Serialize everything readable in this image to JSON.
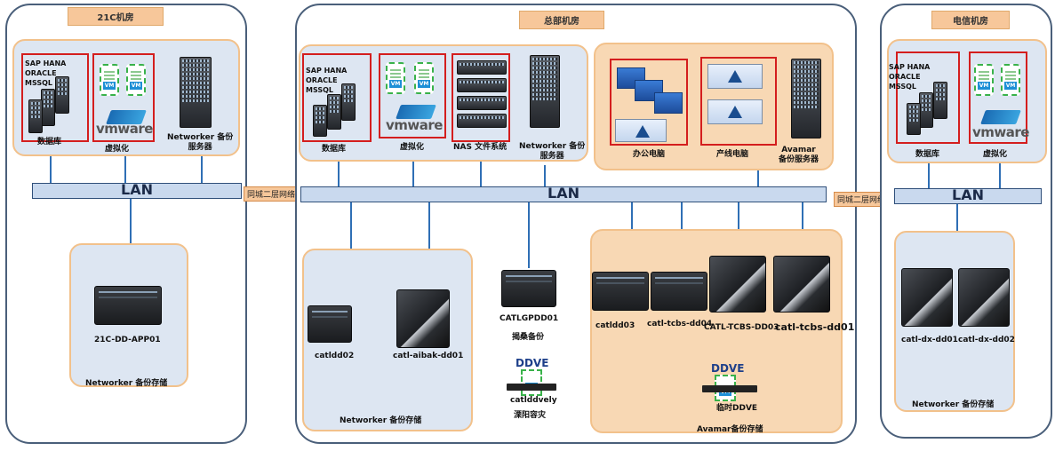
{
  "sites": {
    "left": {
      "title": "21C机房"
    },
    "center": {
      "title": "总部机房"
    },
    "right": {
      "title": "电信机房"
    }
  },
  "lan_label": "LAN",
  "wan_label": "同城二层网络",
  "db": {
    "lines": [
      "SAP HANA",
      "ORACLE",
      "MSSQL"
    ],
    "label": "数据库"
  },
  "virt": {
    "label": "虚拟化",
    "vm": "VM",
    "vmware": "vmware"
  },
  "left": {
    "networker_backup_server": [
      "Networker 备份",
      "服务器"
    ],
    "storage_name": "21C-DD-APP01",
    "storage_label": "Networker 备份存储"
  },
  "center": {
    "nas_label": "NAS 文件系统",
    "networker_backup_server": [
      "Networker 备份",
      "服务器"
    ],
    "office_pc": "办公电脑",
    "production_pc": "产线电脑",
    "avamar_server": [
      "Avamar",
      "备份服务器"
    ],
    "networker_storage": {
      "devices": [
        "catldd02",
        "catl-aibak-dd01"
      ],
      "label": "Networker 备份存储"
    },
    "catlgpdd": {
      "name": "CATLGPDD01",
      "label": "揭桑备份"
    },
    "ddve1": {
      "title": "DDVE",
      "name": "catlddvely",
      "label": "溧阳容灾"
    },
    "avamar_storage": {
      "devices": [
        "catldd03",
        "catl-tcbs-dd04",
        "CATL-TCBS-DD03",
        "catl-tcbs-dd01"
      ],
      "ddve_title": "DDVE",
      "ddve_label": "临时DDVE",
      "label": "Avamar备份存储"
    }
  },
  "right": {
    "storage": {
      "devices": [
        "catl-dx-dd01",
        "catl-dx-dd02"
      ],
      "label": "Networker 备份存储"
    }
  }
}
